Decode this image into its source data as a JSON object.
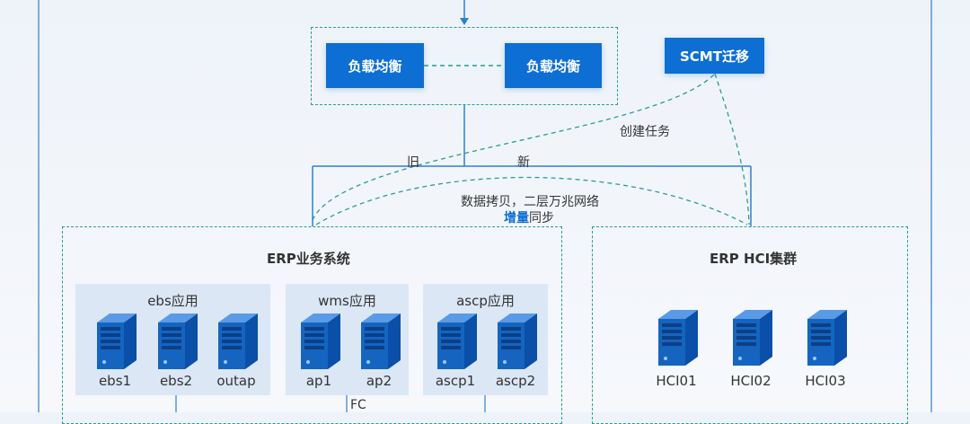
{
  "load_balancer": {
    "left_label": "负载均衡",
    "right_label": "负载均衡"
  },
  "scmt": {
    "label": "SCMT迁移",
    "create_task": "创建任务"
  },
  "switch": {
    "old_label": "旧",
    "new_label": "新"
  },
  "copy_note": {
    "line1": "数据拷贝，二层万兆网络",
    "line2_accent": "增量",
    "line2_rest": "同步"
  },
  "erp_system": {
    "title": "ERP业务系统",
    "groups": [
      {
        "title": "ebs应用",
        "servers": [
          "ebs1",
          "ebs2",
          "outap"
        ]
      },
      {
        "title": "wms应用",
        "servers": [
          "ap1",
          "ap2"
        ]
      },
      {
        "title": "ascp应用",
        "servers": [
          "ascp1",
          "ascp2"
        ]
      }
    ],
    "fc_label": "FC"
  },
  "hci_cluster": {
    "title": "ERP HCI集群",
    "servers": [
      "HCI01",
      "HCI02",
      "HCI03"
    ]
  },
  "colors": {
    "accent": "#0d6ed4",
    "dashed": "#2a9d8f",
    "panel": "#dbe7f5"
  }
}
